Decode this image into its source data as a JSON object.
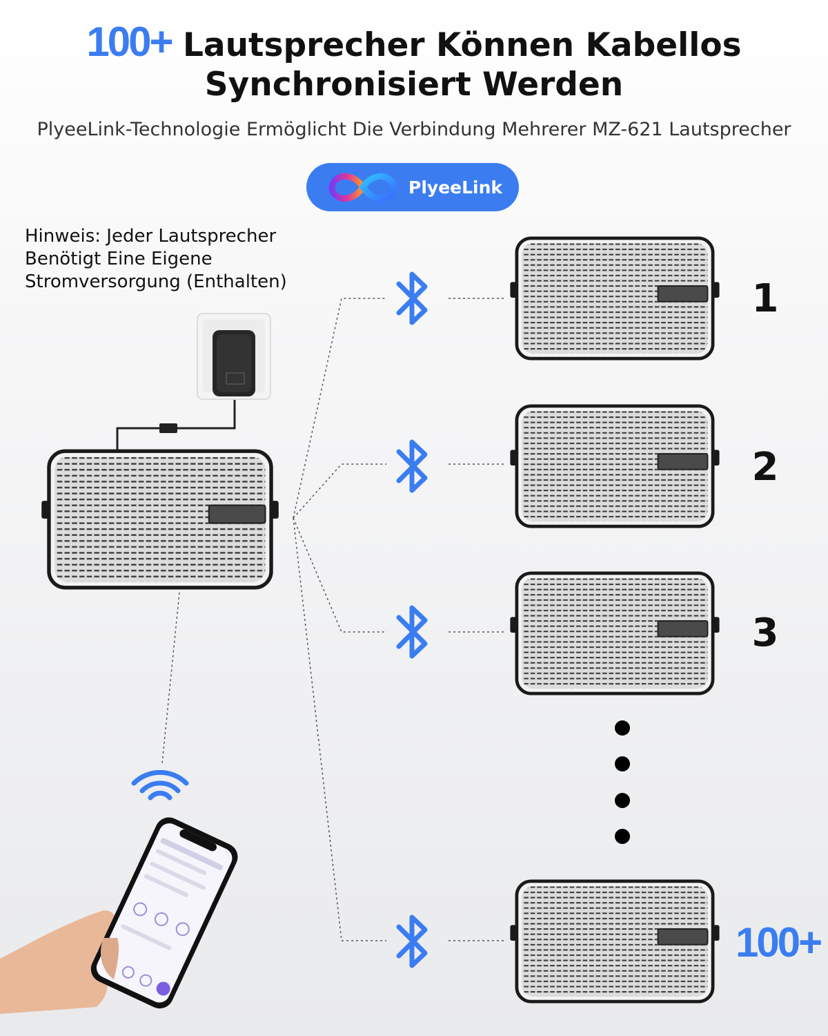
{
  "headline": {
    "accent": "100+",
    "line1_rest": "Lautsprecher Können Kabellos",
    "line2": "Synchronisiert Werden"
  },
  "subtitle": "PlyeeLink-Technologie Ermöglicht Die Verbindung Mehrerer MZ-621 Lautsprecher",
  "badge": {
    "label": "PlyeeLink",
    "icon": "infinity-logo-icon",
    "color": "#3b7df1"
  },
  "note": "Hinweis: Jeder Lautsprecher\nBenötigt Eine Eigene\nStromversorgung (Enthalten)",
  "speakers": [
    {
      "label": "1"
    },
    {
      "label": "2"
    },
    {
      "label": "3"
    },
    {
      "label": "100+"
    }
  ],
  "colors": {
    "accent": "#3b7df1",
    "speaker_frame": "#1a1a1a"
  },
  "icons": [
    "bluetooth-icon",
    "wifi-icon",
    "power-adapter-icon",
    "smartphone-icon"
  ]
}
